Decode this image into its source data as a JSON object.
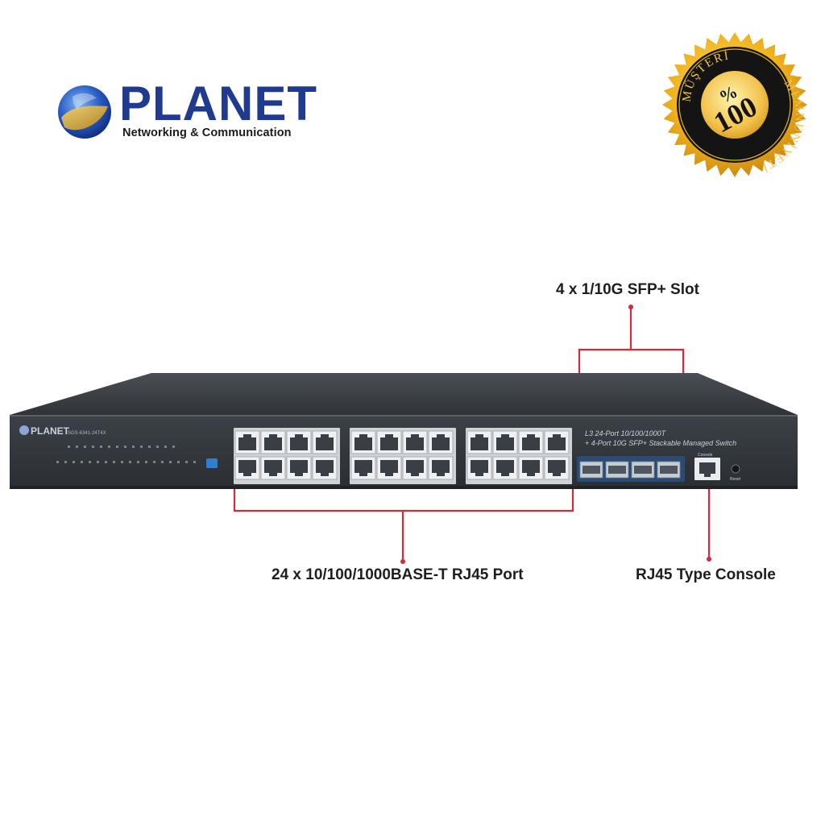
{
  "brand": {
    "name": "PLANET",
    "tagline": "Networking & Communication"
  },
  "seal": {
    "top_text": "MÜŞTERİ",
    "right_text": "MEMNUNİYETİ",
    "percent": "%",
    "value": "100"
  },
  "device": {
    "front_brand": "PLANET",
    "model": "SGS-6341-24T4X",
    "description_line1": "L3 24-Port 10/100/1000T",
    "description_line2": "+ 4-Port 10G SFP+ Stackable Managed Switch",
    "console_label": "Console",
    "reset_label": "Reset",
    "rj45_port_count": 24,
    "sfp_slot_count": 4
  },
  "callouts": {
    "sfp": "4 x 1/10G SFP+ Slot",
    "rj45": "24 x 10/100/1000BASE-T RJ45 Port",
    "console": "RJ45 Type Console"
  },
  "colors": {
    "brand_blue": "#1f3a8f",
    "callout_red": "#d42a3a",
    "chassis": "#3b4046",
    "seal_gold": "#e5a912",
    "seal_black": "#141414"
  }
}
